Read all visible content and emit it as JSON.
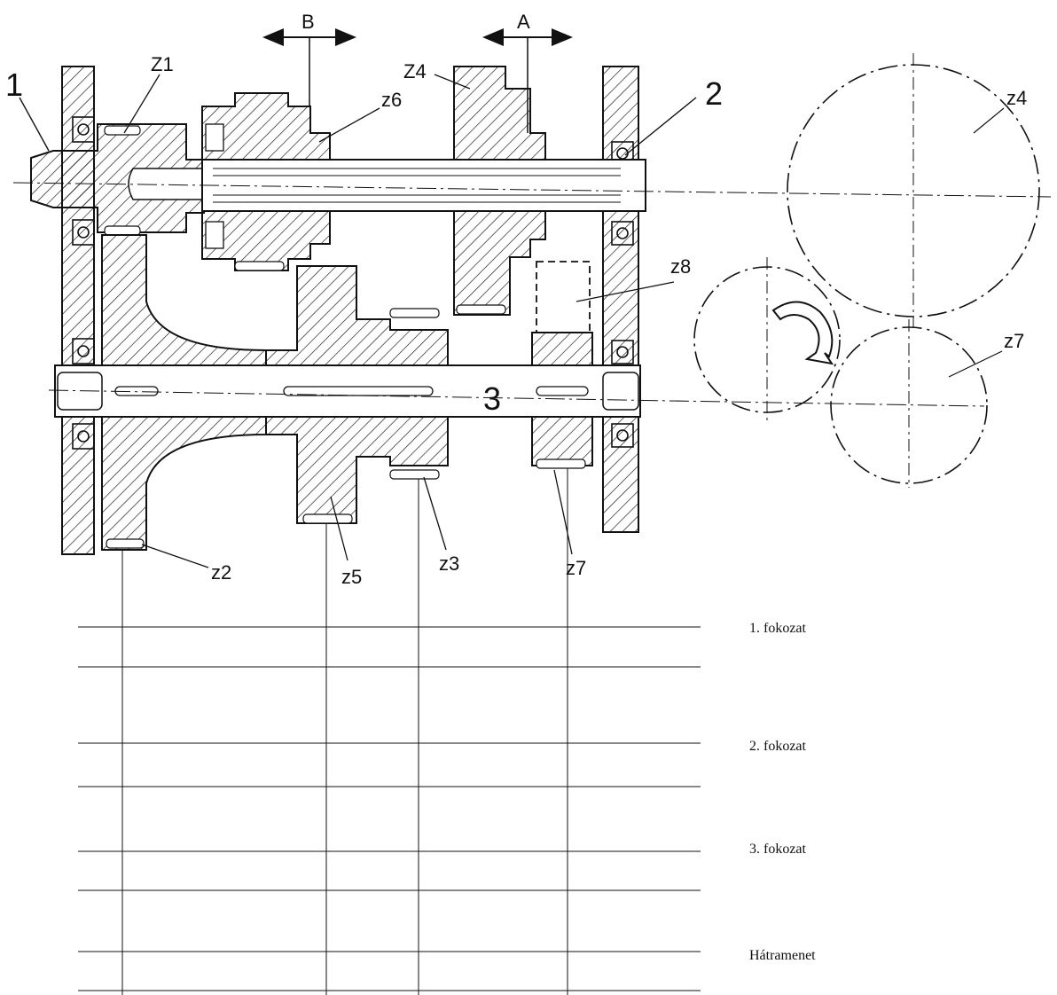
{
  "shift_labels": {
    "b": "B",
    "a": "A"
  },
  "shafts": {
    "s1": "1",
    "s2": "2",
    "s3": "3"
  },
  "gears": {
    "z1": "Z1",
    "z4_top": "Z4",
    "z6": "z6",
    "z2": "z2",
    "z5": "z5",
    "z3": "z3",
    "z7": "z7",
    "z8": "z8",
    "z4_circle": "z4",
    "z7_circle": "z7"
  },
  "rows": [
    "1. fokozat",
    "2. fokozat",
    "3. fokozat",
    "Hátramenet"
  ]
}
